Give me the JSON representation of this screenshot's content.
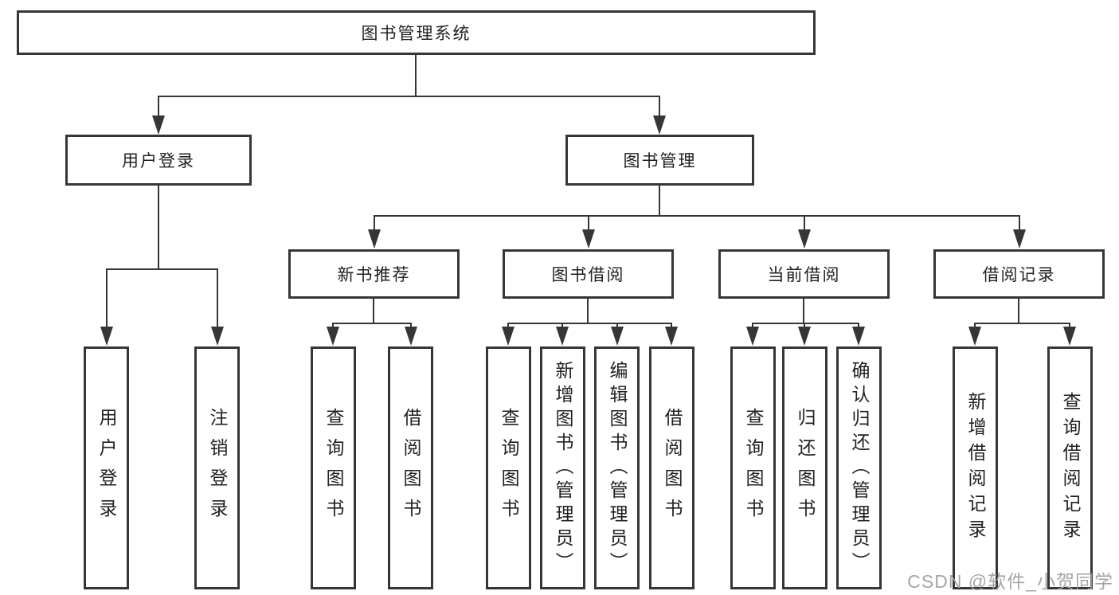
{
  "colors": {
    "line": "#363636",
    "box_border": "#363636",
    "text": "#222222",
    "watermark": "#9c9c9c",
    "background": "#ffffff"
  },
  "tree": {
    "root": {
      "label": "图书管理系统"
    },
    "level2": [
      {
        "label": "用户登录"
      },
      {
        "label": "图书管理"
      }
    ],
    "level3": [
      {
        "label": "新书推荐",
        "parent": "图书管理"
      },
      {
        "label": "图书借阅",
        "parent": "图书管理"
      },
      {
        "label": "当前借阅",
        "parent": "图书管理"
      },
      {
        "label": "借阅记录",
        "parent": "图书管理"
      }
    ],
    "leaves": [
      {
        "label": "用户登录",
        "parent": "用户登录"
      },
      {
        "label": "注销登录",
        "parent": "用户登录"
      },
      {
        "label": "查询图书",
        "parent": "新书推荐"
      },
      {
        "label": "借阅图书",
        "parent": "新书推荐"
      },
      {
        "label": "查询图书",
        "parent": "图书借阅"
      },
      {
        "label": "新增图书（管理员）",
        "parent": "图书借阅"
      },
      {
        "label": "编辑图书（管理员）",
        "parent": "图书借阅"
      },
      {
        "label": "借阅图书",
        "parent": "图书借阅"
      },
      {
        "label": "查询图书",
        "parent": "当前借阅"
      },
      {
        "label": "归还图书",
        "parent": "当前借阅"
      },
      {
        "label": "确认归还（管理员）",
        "parent": "当前借阅"
      },
      {
        "label": "新增借阅记录",
        "parent": "借阅记录"
      },
      {
        "label": "查询借阅记录",
        "parent": "借阅记录"
      }
    ]
  },
  "watermark": {
    "text": "CSDN @软件_小贺同学"
  }
}
